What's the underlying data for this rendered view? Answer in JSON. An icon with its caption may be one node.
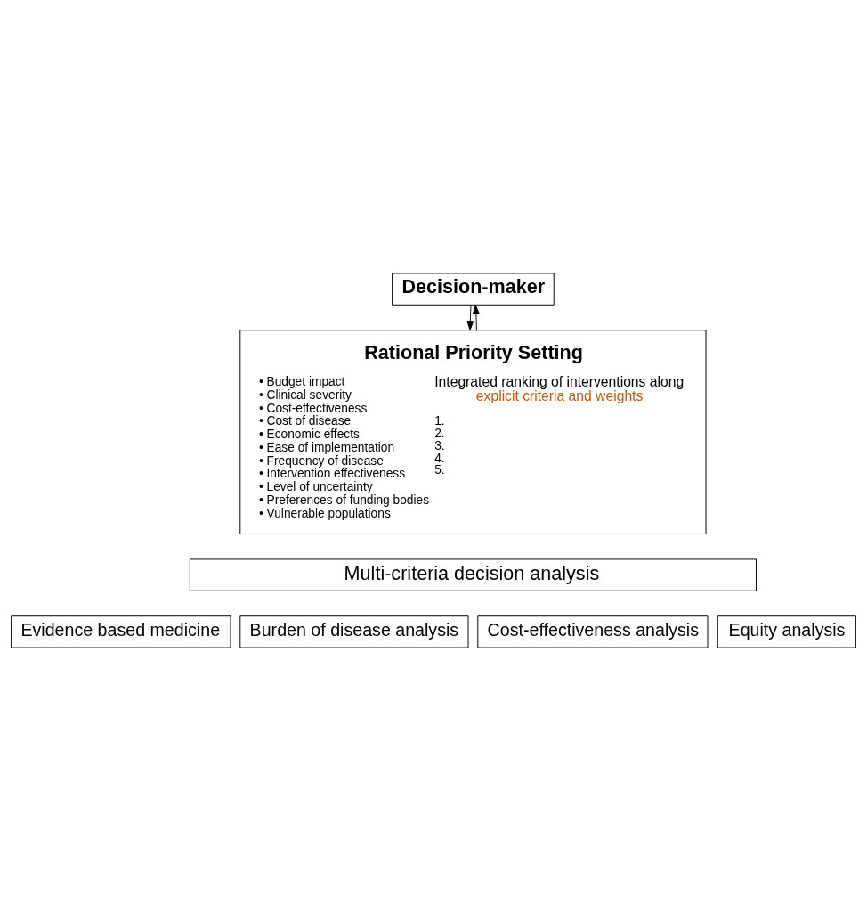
{
  "diagram": {
    "nodes": [
      {
        "text": [
          "Decision-maker"
        ]
      },
      {
        "text": [
          "Rational Priority Setting",
          "• Budget impact",
          "• Clinical severity",
          "• Cost-effectiveness",
          "• Cost of disease",
          "• Economic effects",
          "• Ease of implementation",
          "• Frequency of disease",
          "• Intervention effectiveness",
          "• Level of uncertainty",
          "• Preferences of funding bodies",
          "• Vulnerable populations",
          "Integrated ranking of interventions along",
          "explicit criteria and weights",
          "1.",
          "2.",
          "3.",
          "4.",
          "5."
        ]
      },
      {
        "text": [
          "Multi-criteria decision analysis"
        ]
      },
      {
        "text": [
          "Evidence based medicine"
        ]
      },
      {
        "text": [
          "Burden of disease analysis"
        ]
      },
      {
        "text": [
          "Cost-effectiveness analysis"
        ]
      },
      {
        "text": [
          "Equity analysis"
        ]
      }
    ],
    "edges": [
      {
        "from": 1,
        "to": 0,
        "arrow": "to"
      },
      {
        "from": 0,
        "to": 1,
        "arrow": "to"
      }
    ]
  }
}
